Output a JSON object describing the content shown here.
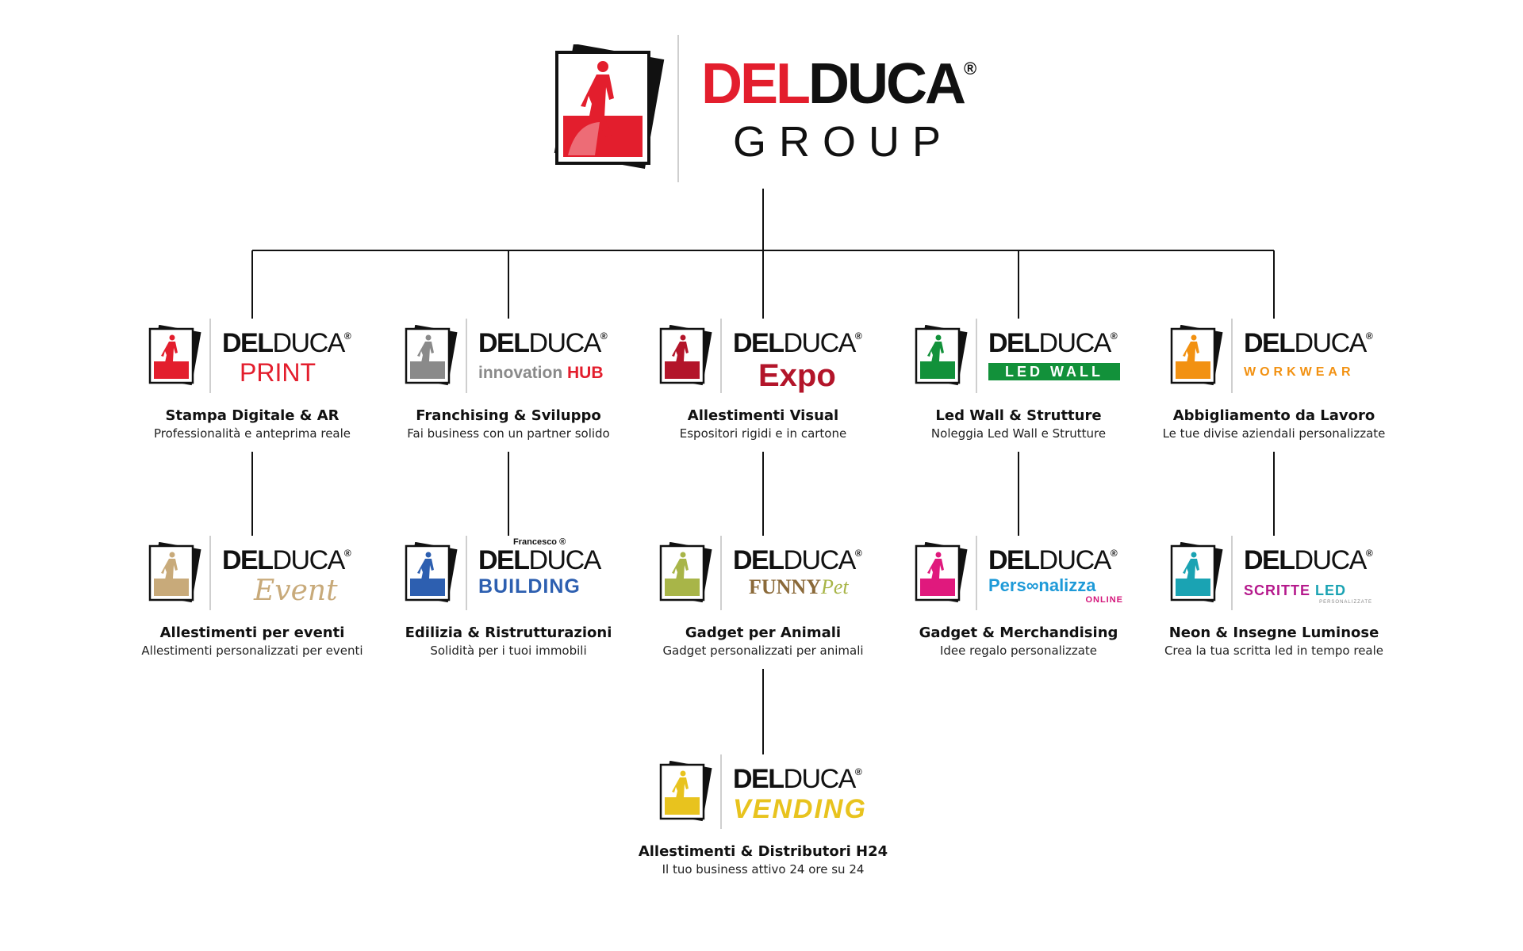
{
  "group": {
    "word1_red": "DEL",
    "word1_dark": "DUCA",
    "registered": "®",
    "word2": "GROUP",
    "accent_color": "#e31e2d",
    "icon": "walking-man-icon"
  },
  "companies": [
    {
      "key": "print",
      "brand_a": "DEL",
      "brand_b": "DUCA",
      "reg": "®",
      "sub": "PRINT",
      "title": "Stampa Digitale & AR",
      "desc": "Professionalità e anteprima reale",
      "color": "#e31e2d"
    },
    {
      "key": "hub",
      "brand_a": "DEL",
      "brand_b": "DUCA",
      "reg": "®",
      "sub": "innovation ",
      "sub2": "HUB",
      "title": "Franchising & Sviluppo",
      "desc": "Fai business con un partner solido",
      "color": "#8a8a8a"
    },
    {
      "key": "expo",
      "brand_a": "DEL",
      "brand_b": "DUCA",
      "reg": "®",
      "sub": "Expo",
      "title": "Allestimenti Visual",
      "desc": "Espositori rigidi e in cartone",
      "color": "#b3152a"
    },
    {
      "key": "ledwall",
      "brand_a": "DEL",
      "brand_b": "DUCA",
      "reg": "®",
      "sub": "LED WALL",
      "title": "Led Wall & Strutture",
      "desc": "Noleggia Led Wall e Strutture",
      "color": "#12913a"
    },
    {
      "key": "workwear",
      "brand_a": "DEL",
      "brand_b": "DUCA",
      "reg": "®",
      "sub": "WORKWEAR",
      "title": "Abbigliamento da Lavoro",
      "desc": "Le tue divise aziendali personalizzate",
      "color": "#f29111"
    },
    {
      "key": "event",
      "brand_a": "DEL",
      "brand_b": "DUCA",
      "reg": "®",
      "sub": "Event",
      "title": "Allestimenti per eventi",
      "desc": "Allestimenti personalizzati per eventi",
      "color": "#c8aa7a"
    },
    {
      "key": "building",
      "prefix": "Francesco ®",
      "brand_a": "DEL",
      "brand_b": "DUCA",
      "reg": "",
      "sub": "BUILDING",
      "title": "Edilizia & Ristrutturazioni",
      "desc": "Solidità per i tuoi immobili",
      "color": "#2d5fb0"
    },
    {
      "key": "funny",
      "brand_a": "DEL",
      "brand_b": "DUCA",
      "reg": "®",
      "sub": "FUNNY",
      "sub2": "Pet",
      "title": "Gadget per Animali",
      "desc": "Gadget personalizzati per animali",
      "color": "#a8b548"
    },
    {
      "key": "perso",
      "brand_a": "DEL",
      "brand_b": "DUCA",
      "reg": "®",
      "sub": "Pers∞nalizza",
      "sub2": "ONLINE",
      "title": "Gadget & Merchandising",
      "desc": "Idee regalo personalizzate",
      "color": "#e0197d"
    },
    {
      "key": "scritte",
      "brand_a": "DEL",
      "brand_b": "DUCA",
      "reg": "®",
      "sub": "SCRITTE ",
      "sub2": "LED",
      "sub3": "PERSONALIZZATE",
      "title": "Neon & Insegne Luminose",
      "desc": "Crea la tua scritta led  in tempo reale",
      "color": "#1aa3b3"
    },
    {
      "key": "vending",
      "brand_a": "DEL",
      "brand_b": "DUCA",
      "reg": "®",
      "sub": "VENDING",
      "title": "Allestimenti & Distributori H24",
      "desc": "Il tuo business attivo 24 ore su 24",
      "color": "#e8c31e"
    }
  ]
}
